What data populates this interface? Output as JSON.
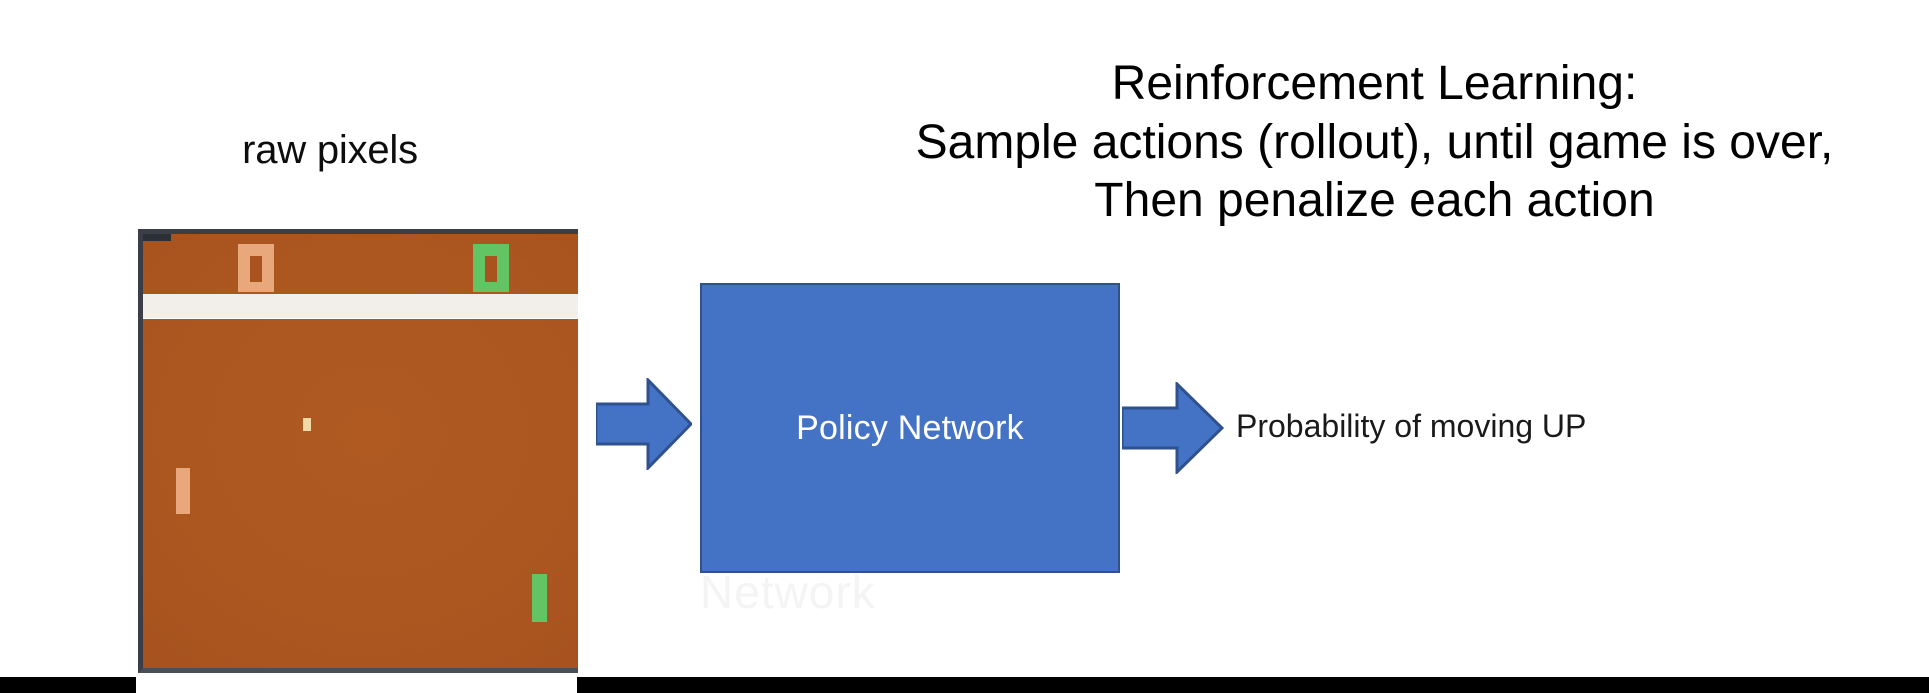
{
  "slide": {
    "background_color": "#ffffff",
    "heading": {
      "lines": [
        "Reinforcement Learning:",
        "Sample actions (rollout), until game is over,",
        "Then penalize each action"
      ],
      "color": "#000000"
    },
    "raw_pixels_label": "raw pixels",
    "ghost_text": "Network",
    "pong": {
      "background_color": "#a9541f",
      "divider_color": "#f2eeea",
      "score_left_color": "#e9a87c",
      "score_right_color": "#62c462",
      "paddle_left_color": "#e9a87c",
      "paddle_right_color": "#62c462",
      "ball_color": "#f2d9a8",
      "frame_color": "#3a3f45"
    },
    "policy_network": {
      "label": "Policy Network",
      "fill_color": "#4472c4",
      "border_color": "#2f528f",
      "text_color": "#ffffff"
    },
    "arrows": {
      "input_arrow_name": "arrow-right-icon",
      "output_arrow_name": "arrow-right-icon",
      "fill_color": "#4472c4",
      "stroke_color": "#2f528f"
    },
    "output_label": "Probability of moving UP",
    "letterbox_color": "#000000"
  }
}
